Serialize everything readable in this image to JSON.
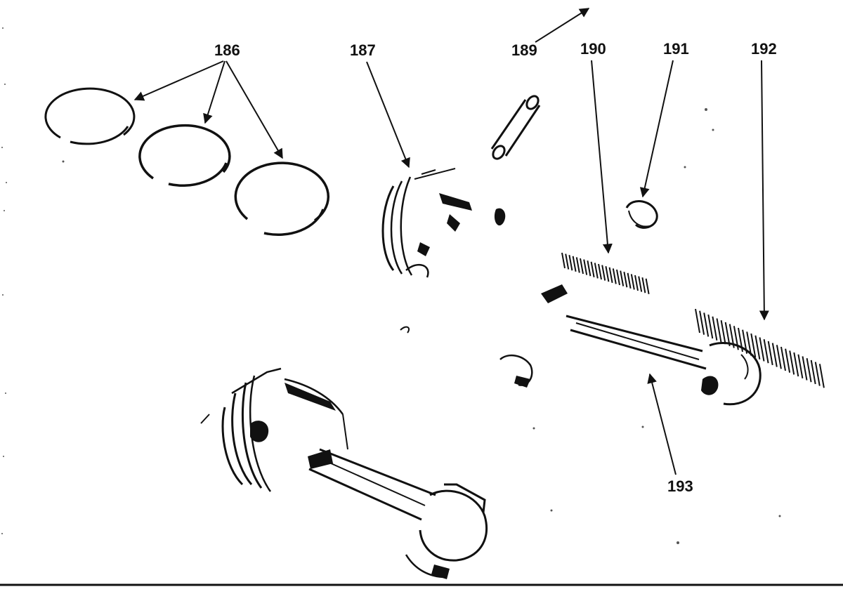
{
  "callouts": {
    "c186": "186",
    "c187": "187",
    "c189": "189",
    "c190": "190",
    "c191": "191",
    "c192": "192",
    "c193": "193"
  },
  "colors": {
    "ink": "#111111",
    "paper": "#ffffff"
  }
}
